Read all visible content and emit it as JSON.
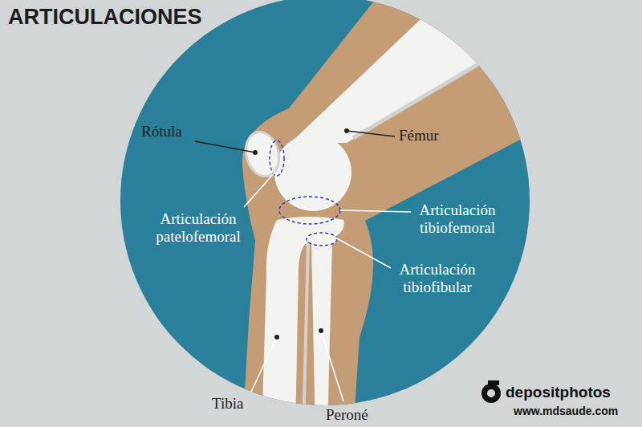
{
  "diagram": {
    "title": "ARTICULACIONES",
    "labels": [
      "Rótula",
      "Fémur",
      "Articulación patelofemoral",
      "Articulación tibiofemoral",
      "Articulación tibiofibular",
      "Tibia",
      "Peroné",
      "depositphotos",
      "www.mdsaude.com"
    ]
  }
}
